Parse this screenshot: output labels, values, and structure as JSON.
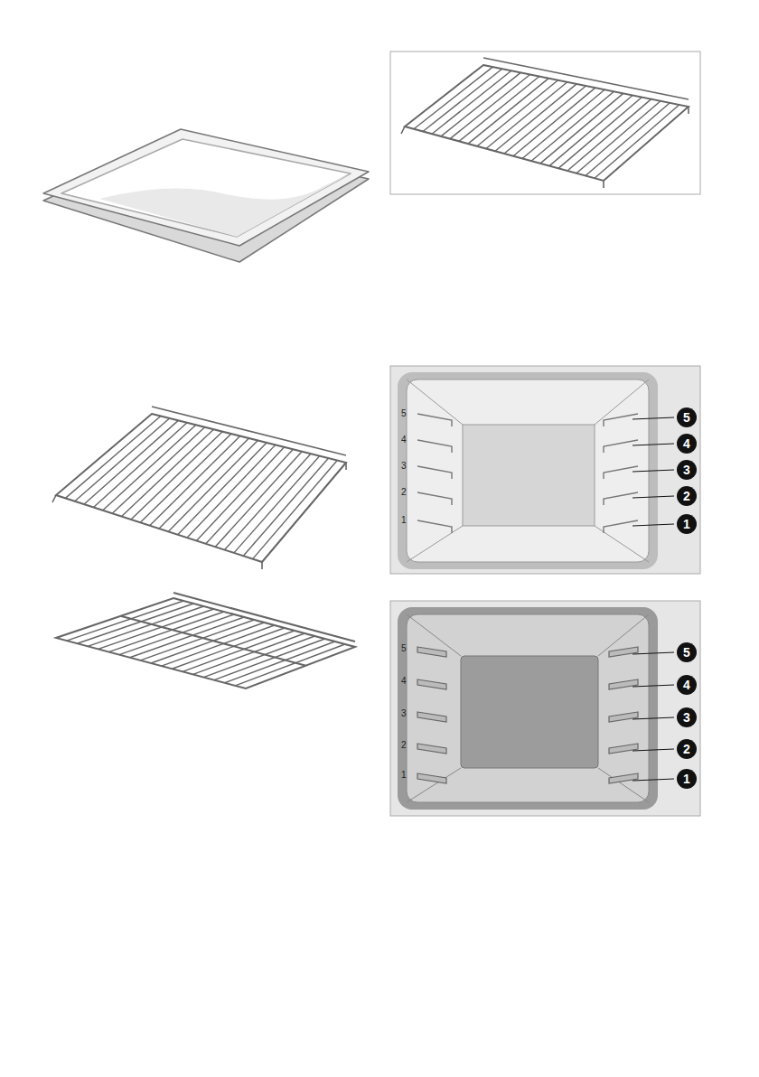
{
  "diagram": {
    "labels": [
      "5",
      "4",
      "3",
      "2",
      "1",
      "5",
      "4",
      "3",
      "2",
      "1",
      "5",
      "4",
      "3",
      "2",
      "1",
      "5",
      "4",
      "3",
      "2",
      "1"
    ]
  }
}
